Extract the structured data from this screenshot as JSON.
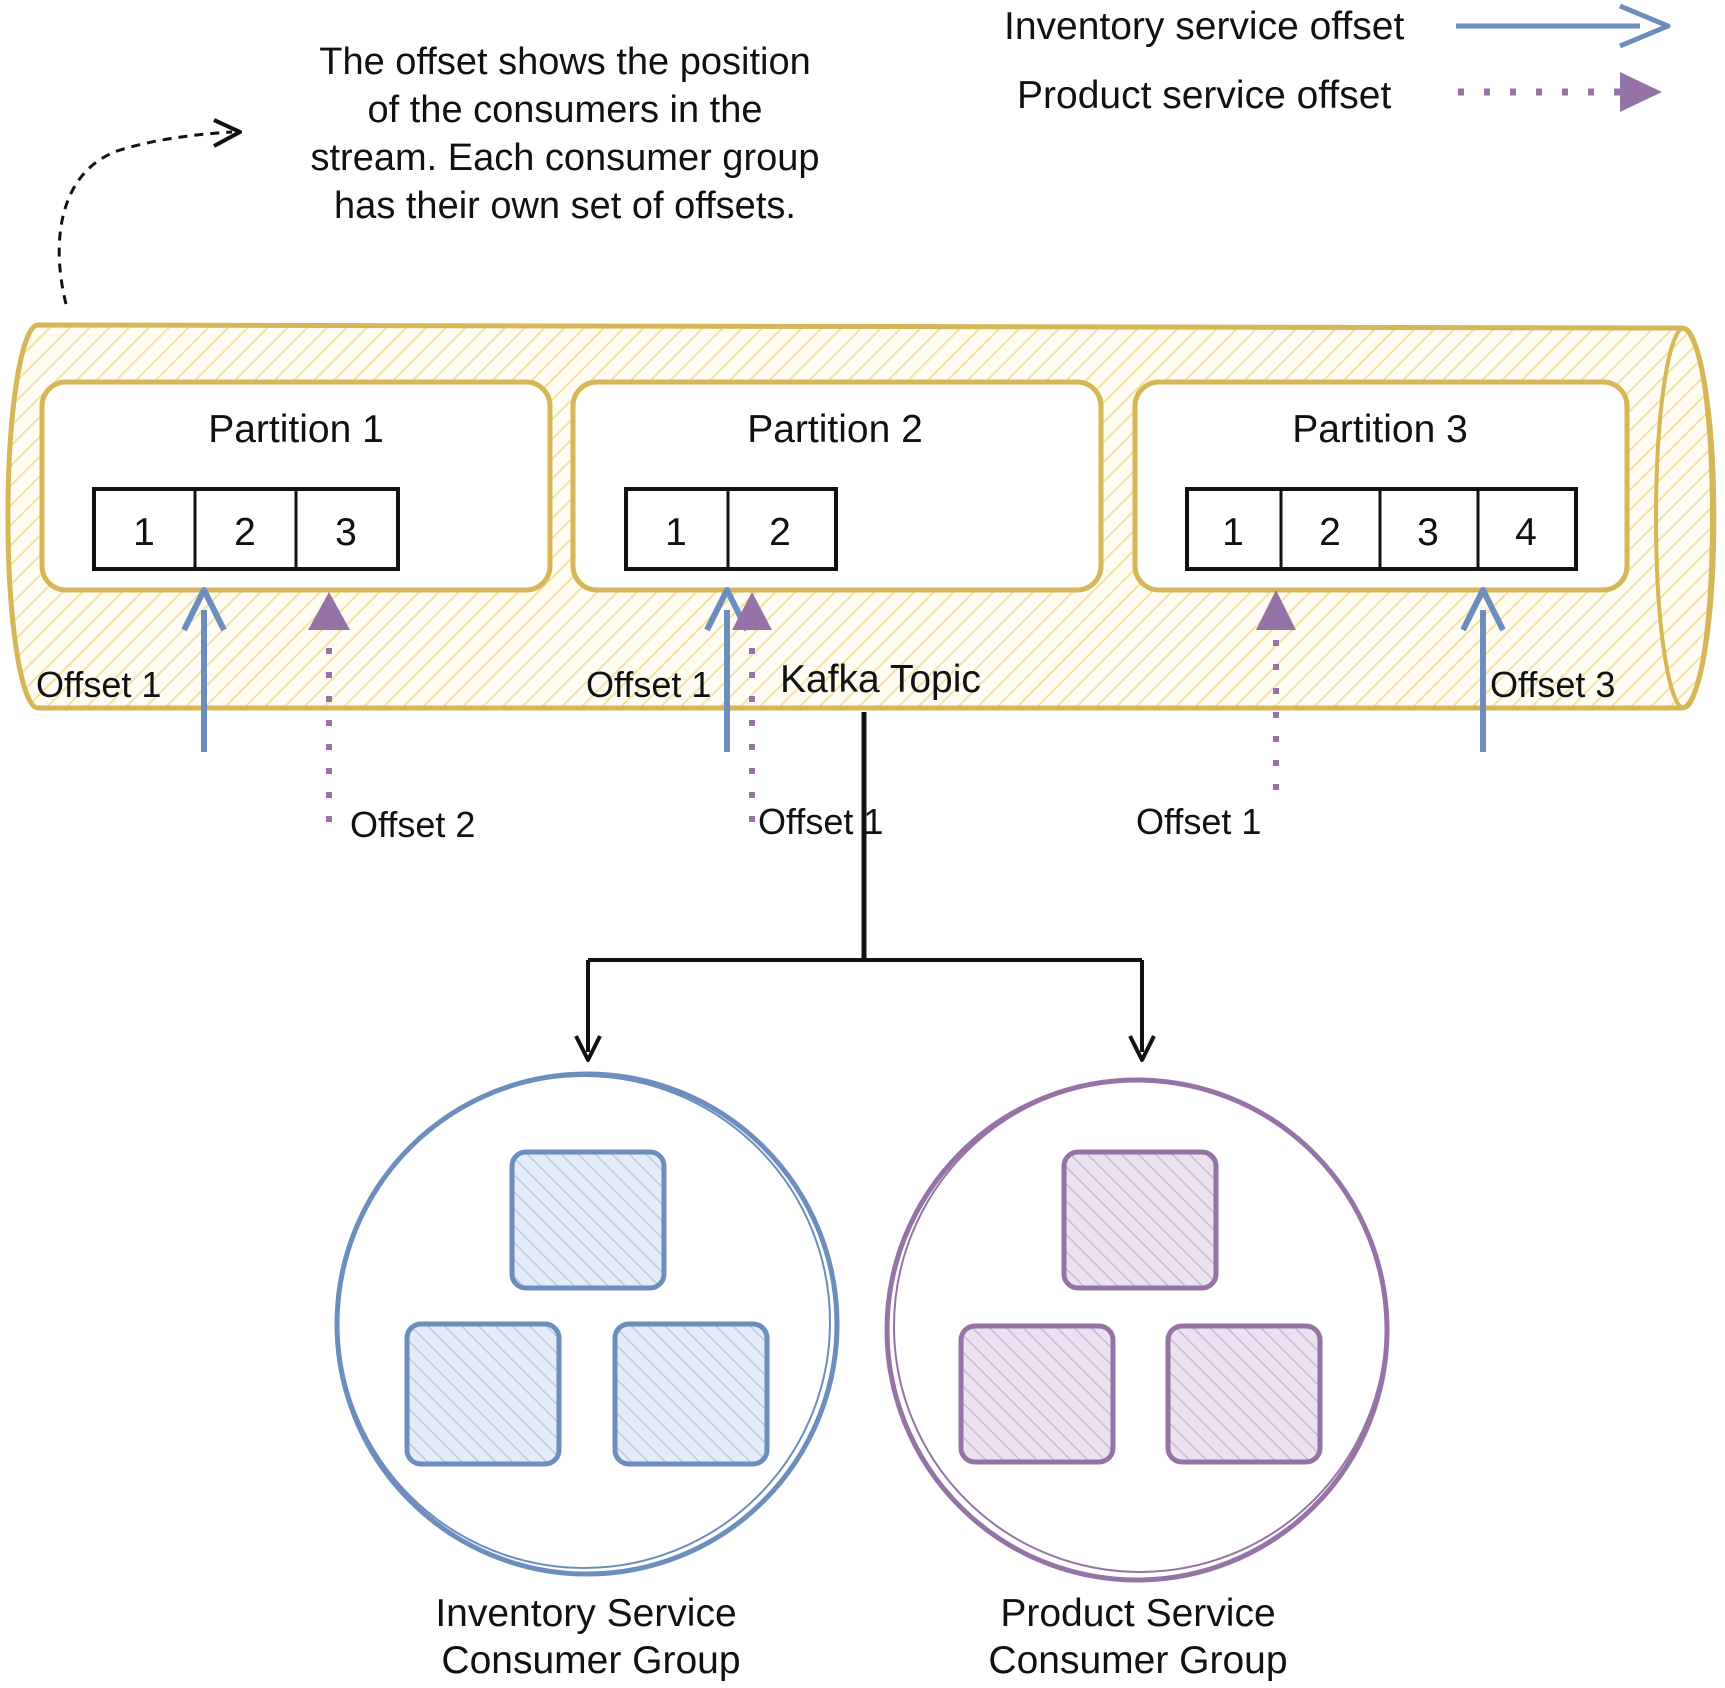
{
  "note": {
    "lines": [
      "The offset shows the position",
      "of the consumers in the",
      "stream. Each consumer group",
      "has their own set of offsets."
    ]
  },
  "legend": {
    "inventory_label": "Inventory service offset",
    "product_label": "Product service offset"
  },
  "topic": {
    "label": "Kafka Topic"
  },
  "partitions": [
    {
      "title": "Partition 1",
      "cells": [
        "1",
        "2",
        "3"
      ]
    },
    {
      "title": "Partition 2",
      "cells": [
        "1",
        "2"
      ]
    },
    {
      "title": "Partition 3",
      "cells": [
        "1",
        "2",
        "3",
        "4"
      ]
    }
  ],
  "offset_labels": {
    "p1_inventory": "Offset 1",
    "p1_product": "Offset 2",
    "p2_inventory": "Offset 1",
    "p2_product": "Offset 1",
    "p3_product": "Offset 1",
    "p3_inventory": "Offset 3"
  },
  "consumer_groups": {
    "inventory": {
      "line1": "Inventory Service",
      "line2": "Consumer Group"
    },
    "product": {
      "line1": "Product Service",
      "line2": "Consumer Group"
    }
  },
  "colors": {
    "inventory": "#6c8ebf",
    "product": "#9673a6",
    "topic_stroke": "#d6b656",
    "topic_fill": "#fff2cc"
  }
}
